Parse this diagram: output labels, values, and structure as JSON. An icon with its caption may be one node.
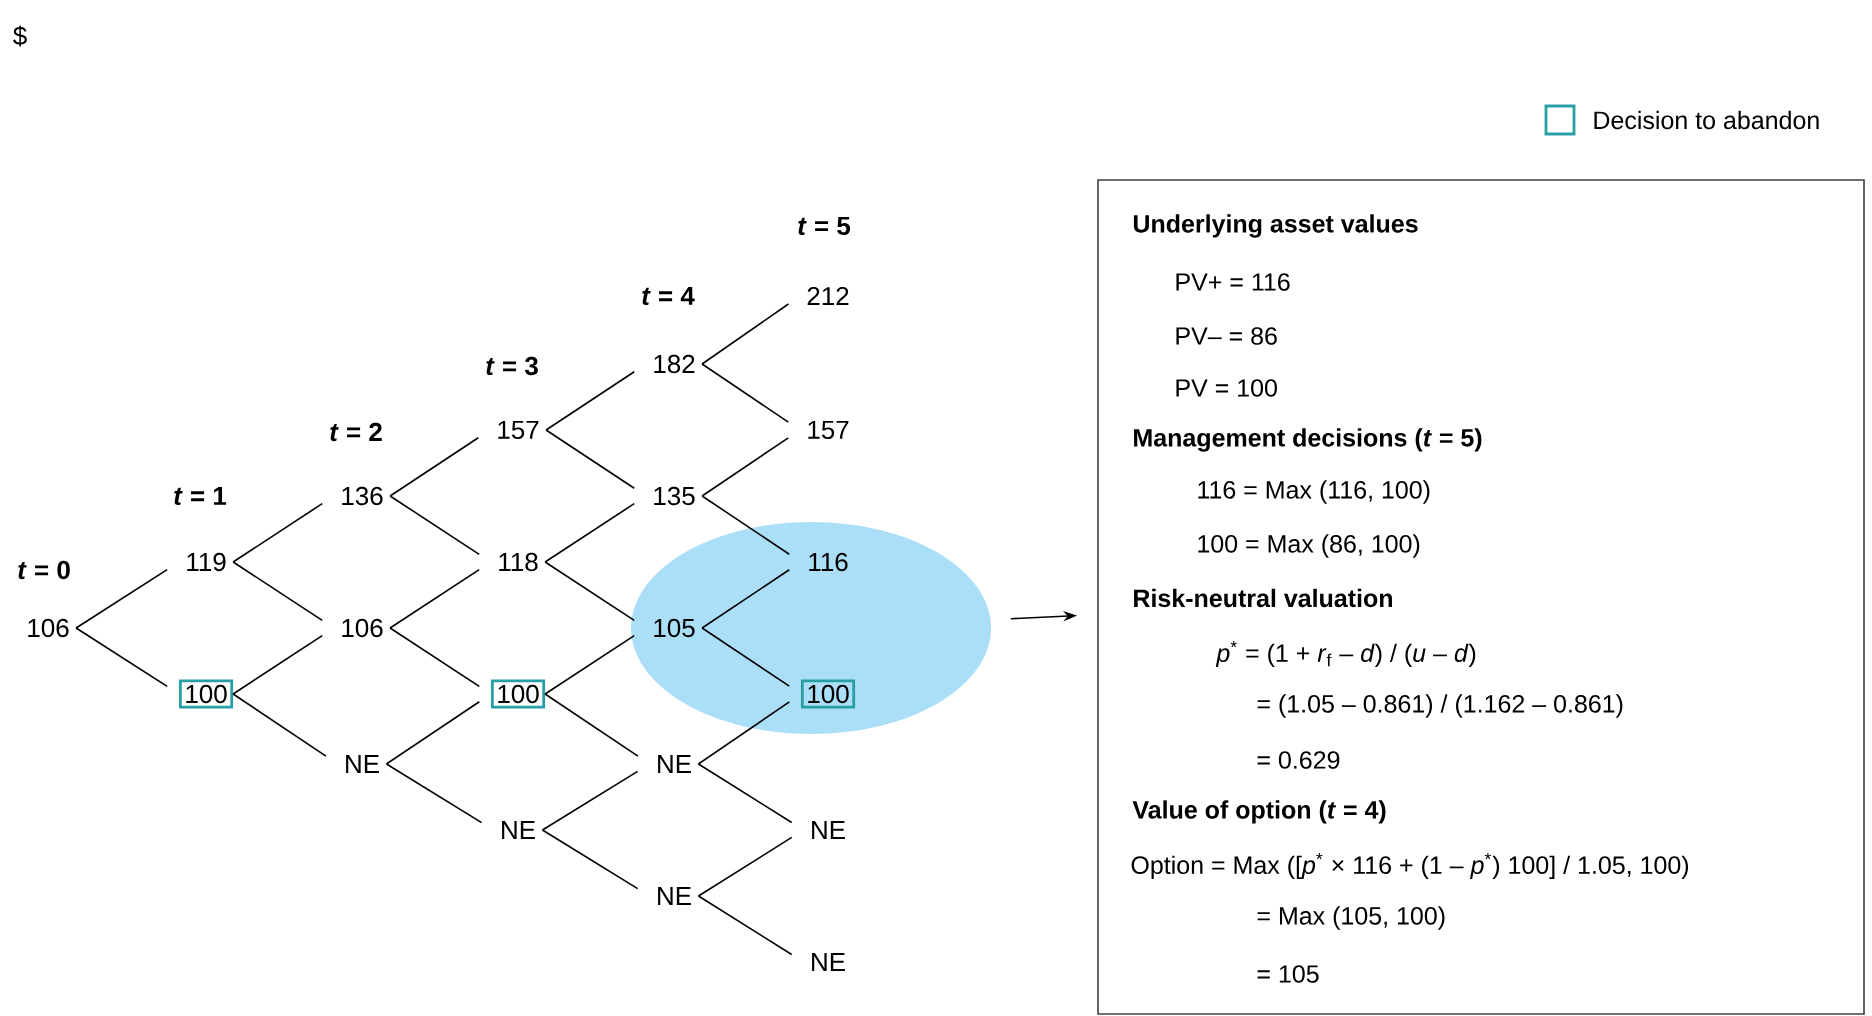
{
  "diagram": {
    "nodes": [
      {
        "text": [
          "106"
        ]
      },
      {
        "text": [
          "119"
        ]
      },
      {
        "text": [
          "100"
        ]
      },
      {
        "text": [
          "136"
        ]
      },
      {
        "text": [
          "106"
        ]
      },
      {
        "text": [
          "NE"
        ]
      },
      {
        "text": [
          "157"
        ]
      },
      {
        "text": [
          "118"
        ]
      },
      {
        "text": [
          "100"
        ]
      },
      {
        "text": [
          "NE"
        ]
      },
      {
        "text": [
          "182"
        ]
      },
      {
        "text": [
          "135"
        ]
      },
      {
        "text": [],
        "shape": "ellipse"
      },
      {
        "text": [
          "105"
        ],
        "in": 12
      },
      {
        "text": [
          "NE"
        ]
      },
      {
        "text": [
          "NE"
        ]
      },
      {
        "text": [
          "212"
        ]
      },
      {
        "text": [
          "157"
        ]
      },
      {
        "text": [
          "116"
        ],
        "in": 12
      },
      {
        "text": [
          "100"
        ],
        "in": 12
      },
      {
        "text": [
          "NE"
        ]
      },
      {
        "text": [
          "NE"
        ]
      },
      {
        "text": [
          "Underlying asset values",
          "PV+  = 116",
          "PV–  = 86",
          "PV    = 100",
          "Management decisions (*t* = 5)",
          "116  = Max (116, 100)",
          "100  = Max (86, 100)",
          "Risk-neutral valuation",
          "*p*$^{*}$ = (1 + *r*$_{f}$ – *d*) / (*u* – *d*)",
          "= (1.05 – 0.861) / (1.162 – 0.861)",
          "= 0.629",
          "Value of option (*t* = 4)",
          "Option   = Max ([*p*$^{*}$ × 116 + (1 – *p*$^{*}$) 100] / 1.05, 100)",
          "= Max (105, 100)",
          "= 105"
        ]
      }
    ],
    "edges": [
      {
        "from": 0,
        "to": 1,
        "arrow": "none"
      },
      {
        "from": 0,
        "to": 2,
        "arrow": "none"
      },
      {
        "from": 1,
        "to": 3,
        "arrow": "none"
      },
      {
        "from": 1,
        "to": 4,
        "arrow": "none"
      },
      {
        "from": 2,
        "to": 4,
        "arrow": "none"
      },
      {
        "from": 2,
        "to": 5,
        "arrow": "none"
      },
      {
        "from": 3,
        "to": 6,
        "arrow": "none"
      },
      {
        "from": 3,
        "to": 7,
        "arrow": "none"
      },
      {
        "from": 4,
        "to": 7,
        "arrow": "none"
      },
      {
        "from": 4,
        "to": 8,
        "arrow": "none"
      },
      {
        "from": 5,
        "to": 8,
        "arrow": "none"
      },
      {
        "from": 5,
        "to": 9,
        "arrow": "none"
      },
      {
        "from": 6,
        "to": 10,
        "arrow": "none"
      },
      {
        "from": 6,
        "to": 11,
        "arrow": "none"
      },
      {
        "from": 7,
        "to": 11,
        "arrow": "none"
      },
      {
        "from": 7,
        "to": 13,
        "arrow": "none"
      },
      {
        "from": 8,
        "to": 13,
        "arrow": "none"
      },
      {
        "from": 8,
        "to": 14,
        "arrow": "none"
      },
      {
        "from": 9,
        "to": 14,
        "arrow": "none"
      },
      {
        "from": 9,
        "to": 15,
        "arrow": "none"
      },
      {
        "from": 10,
        "to": 16,
        "arrow": "none"
      },
      {
        "from": 10,
        "to": 17,
        "arrow": "none"
      },
      {
        "from": 11,
        "to": 17,
        "arrow": "none"
      },
      {
        "from": 11,
        "to": 18,
        "arrow": "none"
      },
      {
        "from": 13,
        "to": 18,
        "arrow": "none"
      },
      {
        "from": 13,
        "to": 19,
        "arrow": "none"
      },
      {
        "from": 14,
        "to": 19,
        "arrow": "none"
      },
      {
        "from": 14,
        "to": 20,
        "arrow": "none"
      },
      {
        "from": 15,
        "to": 20,
        "arrow": "none"
      },
      {
        "from": 15,
        "to": 21,
        "arrow": "none"
      },
      {
        "from": 12,
        "to": 22,
        "arrow": "to"
      }
    ],
    "labels": [
      "$",
      "*t* = 0",
      "*t* = 1",
      "*t* = 2",
      "*t* = 3",
      "*t* = 4",
      "*t* = 5"
    ],
    "legend": [
      {
        "text": "Decision to abandon"
      }
    ]
  }
}
